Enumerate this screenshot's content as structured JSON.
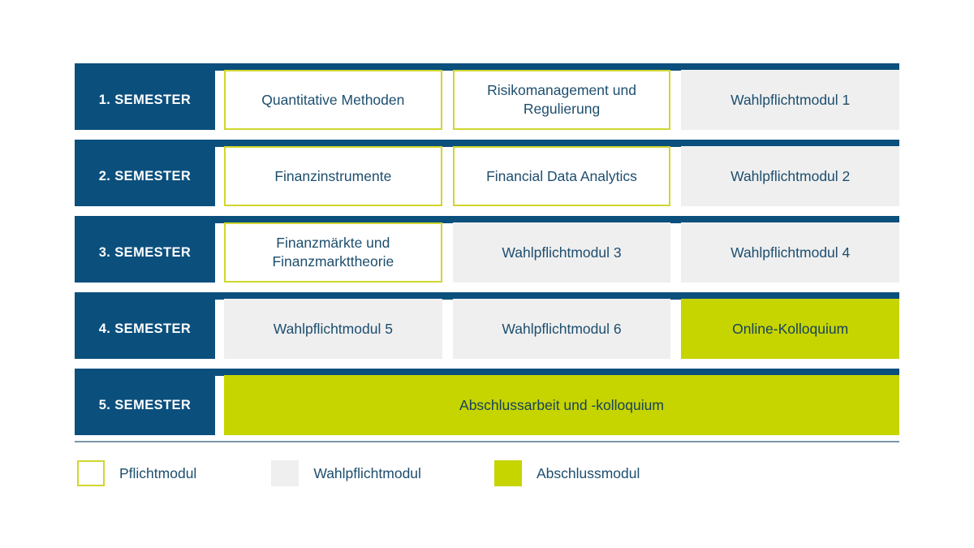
{
  "theme": {
    "background": "#ffffff",
    "primary_blue": "#0b4f7d",
    "text_blue": "#1d4e6e",
    "accent_green": "#c6d400",
    "border_yellow_green": "#d0d72e",
    "module_gray": "#efeff0",
    "rule_gray": "#7b97ab"
  },
  "semesters": [
    {
      "label": "1. SEMESTER",
      "modules": [
        {
          "title": "Quantitative Methoden",
          "type": "pflicht"
        },
        {
          "title": "Risikomanagement und Regulierung",
          "type": "pflicht"
        },
        {
          "title": "Wahlpflichtmodul 1",
          "type": "wahl"
        }
      ]
    },
    {
      "label": "2. SEMESTER",
      "modules": [
        {
          "title": "Finanzinstrumente",
          "type": "pflicht"
        },
        {
          "title": "Financial Data Analytics",
          "type": "pflicht"
        },
        {
          "title": "Wahlpflichtmodul 2",
          "type": "wahl"
        }
      ]
    },
    {
      "label": "3. SEMESTER",
      "modules": [
        {
          "title": "Finanzmärkte und Finanzmarkttheorie",
          "type": "pflicht"
        },
        {
          "title": "Wahlpflichtmodul 3",
          "type": "wahl"
        },
        {
          "title": "Wahlpflichtmodul 4",
          "type": "wahl"
        }
      ]
    },
    {
      "label": "4. SEMESTER",
      "modules": [
        {
          "title": "Wahlpflichtmodul 5",
          "type": "wahl"
        },
        {
          "title": "Wahlpflichtmodul 6",
          "type": "wahl"
        },
        {
          "title": "Online-Kolloquium",
          "type": "abschluss"
        }
      ]
    },
    {
      "label": "5. SEMESTER",
      "modules": [
        {
          "title": "Abschlussarbeit und -kolloquium",
          "type": "abschluss",
          "full": true
        }
      ]
    }
  ],
  "legend": {
    "items": [
      {
        "label": "Pflichtmodul",
        "type": "pflicht"
      },
      {
        "label": "Wahlpflichtmodul",
        "type": "wahl"
      },
      {
        "label": "Abschlussmodul",
        "type": "abschluss"
      }
    ]
  }
}
